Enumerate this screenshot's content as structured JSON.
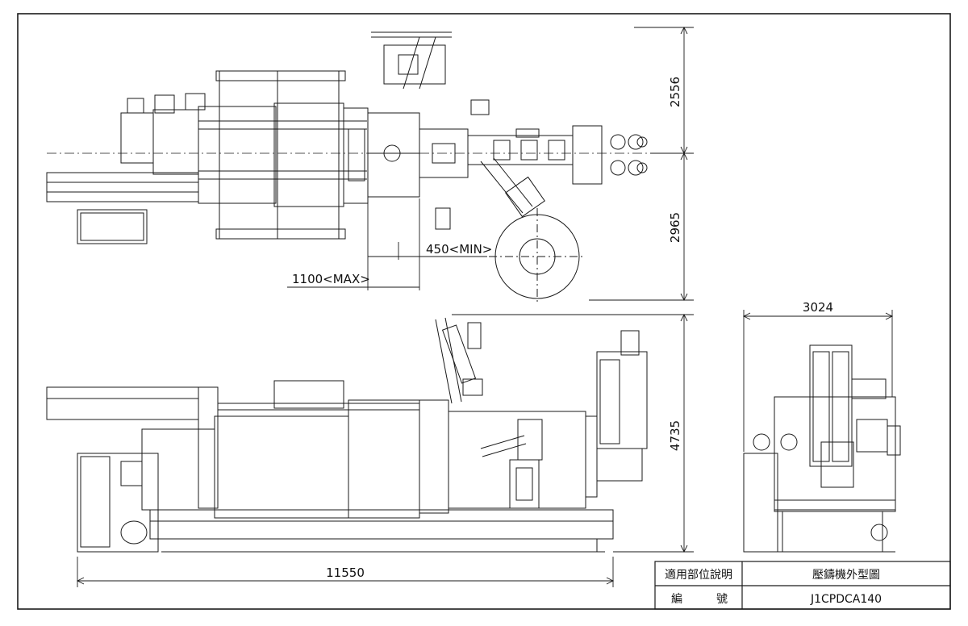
{
  "dimensions": {
    "top_view_upper": "2556",
    "top_view_lower": "2965",
    "stroke_min": "450<MIN>",
    "stroke_max": "1100<MAX>",
    "front_height": "4735",
    "front_length": "11550",
    "side_width": "3024"
  },
  "title_block": {
    "label_part": "適用部位說明",
    "value_part": "壓鑄機外型圖",
    "label_number_1": "編",
    "label_number_2": "號",
    "value_number": "J1CPDCA140"
  },
  "colors": {
    "line": "#1a1a1a",
    "background": "#ffffff"
  }
}
